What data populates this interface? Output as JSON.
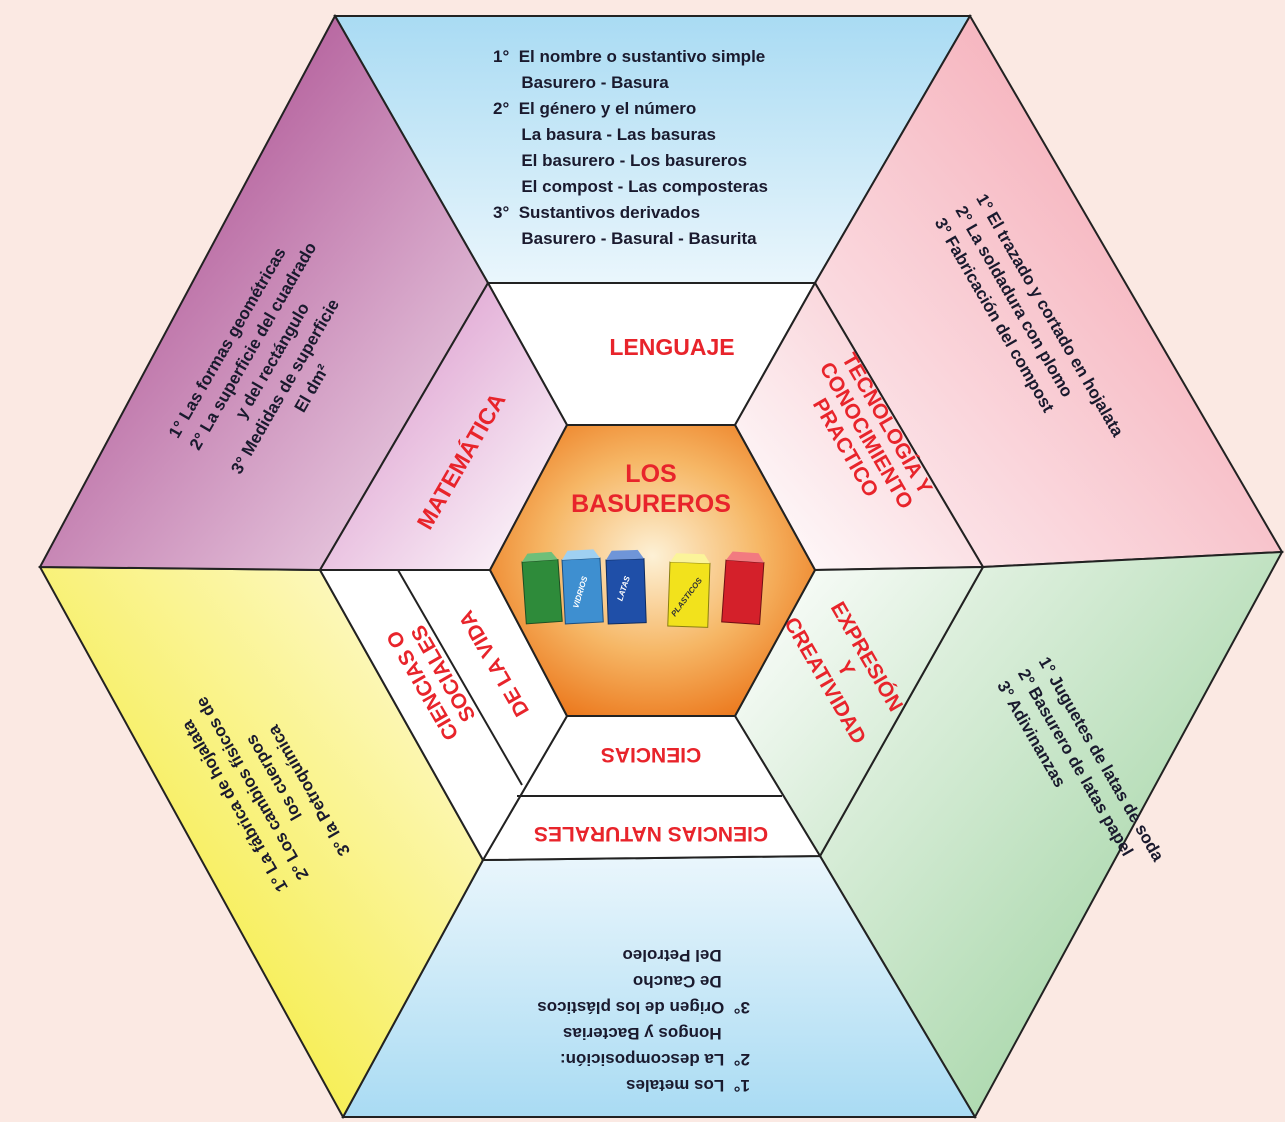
{
  "center": {
    "title_line1": "LOS",
    "title_line2": "BASUREROS",
    "bins": [
      {
        "label": "",
        "color": "#2e8b3a"
      },
      {
        "label": "VIDRIOS",
        "color": "#3e8fd0"
      },
      {
        "label": "LATAS",
        "color": "#1f4fa8"
      },
      {
        "label": "PLASTICOS",
        "color": "#f2e21c"
      },
      {
        "label": "",
        "color": "#d4202a"
      }
    ]
  },
  "areas": {
    "lenguaje": "LENGUAJE",
    "tecnologia": [
      "TECNOLOGÍA Y",
      "CONOCIMIENTO",
      "PRACTICO"
    ],
    "expresion": [
      "EXPRESIÓN",
      "Y",
      "CREATIVIDAD"
    ],
    "ciencias": "CIENCIAS",
    "ciencias_naturales": "CIENCIAS NATURALES",
    "de_la_vida": "DE LA VIDA",
    "ciencias_sociales": [
      "CIENCIAS O",
      "SOCIALES"
    ],
    "matematica": "MATEMÁTICA"
  },
  "panels": {
    "top": [
      "1°  El nombre o sustantivo simple",
      "      Basurero - Basura",
      "2°  El género y el número",
      "      La basura - Las basuras",
      "      El basurero - Los basureros",
      "      El compost - Las composteras",
      "3°  Sustantivos derivados",
      "      Basurero - Basural - Basurita"
    ],
    "upper_right": [
      "1° El trazado y cortado en hojalata",
      "2° La soldadura con plomo",
      "3° Fabricación del compost"
    ],
    "lower_right": [
      "1° Juguetes de latas de soda",
      "2° Basurero de latas papel",
      "3° Adivinanzas"
    ],
    "bottom": [
      "1°  Los metales",
      "2°  La descomposición:",
      "      Hongos y Bacterias",
      "3°  Origen de los plásticos",
      "      De Caucho",
      "      Del Petroleo"
    ],
    "lower_left": [
      "1° La fábrica de hojalata",
      "2° Los cambios físicos de",
      "los cuerpos",
      "3° la Petroquímica"
    ],
    "upper_left": [
      "1° Las formas geométricas",
      "2° La superficie del cuadrado",
      "y del rectángulo",
      "3° Medidas de superficie",
      "El dm²"
    ]
  },
  "colors": {
    "background": "#fbe9e3",
    "top": "#bfe3f5",
    "upper_right": "#f6a9b4",
    "lower_right": "#a8d7a9",
    "bottom": "#bfe3f5",
    "lower_left": "#f5ef3a",
    "upper_left": "#b0428f",
    "center": "#f08a2c",
    "heading": "#e8242b"
  }
}
